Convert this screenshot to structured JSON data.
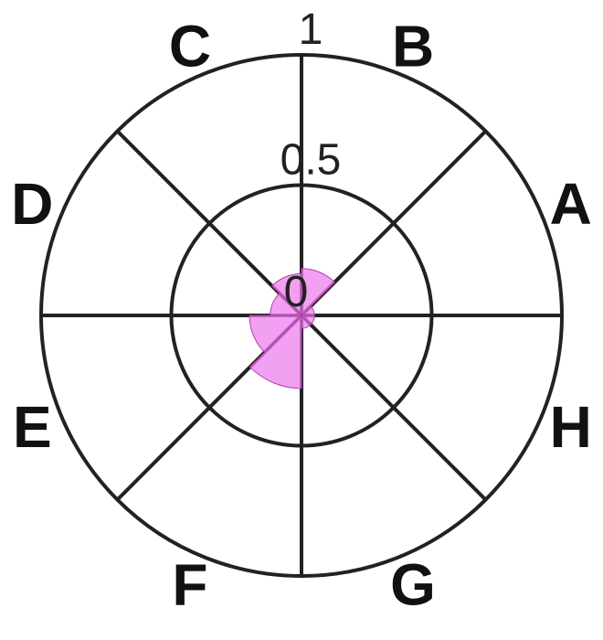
{
  "chart_data": {
    "type": "polar-bar",
    "categories": [
      "A",
      "B",
      "C",
      "D",
      "E",
      "F",
      "G",
      "H"
    ],
    "values": [
      0.05,
      0.18,
      0.16,
      0.12,
      0.2,
      0.28,
      0.05,
      0.05
    ],
    "radial_ticks": [
      "0",
      "0.5",
      "1"
    ],
    "radial_tick_values": [
      0,
      0.5,
      1
    ],
    "rlim": [
      0,
      1
    ],
    "fill_color": "#ee82ee",
    "edge_color": "#b03ab0",
    "grid": true
  }
}
